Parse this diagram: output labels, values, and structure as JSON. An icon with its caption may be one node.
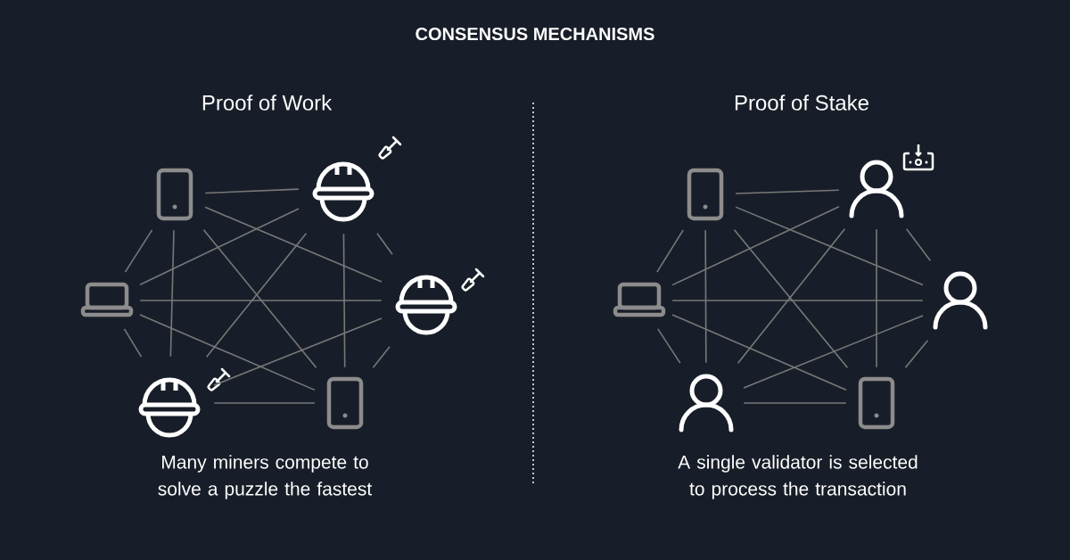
{
  "diagram": {
    "title": "CONSENSUS MECHANISMS",
    "nodes": [
      {
        "text": [],
        "shape": "phone"
      },
      {
        "text": [],
        "shape": "helmet"
      },
      {
        "text": [],
        "shape": "laptop"
      },
      {
        "text": [],
        "shape": "helmet"
      },
      {
        "text": [],
        "shape": "helmet"
      },
      {
        "text": [],
        "shape": "phone"
      },
      {
        "text": [],
        "shape": "phone"
      },
      {
        "text": [],
        "shape": "person"
      },
      {
        "text": [],
        "shape": "laptop"
      },
      {
        "text": [],
        "shape": "person"
      },
      {
        "text": [],
        "shape": "person"
      },
      {
        "text": [],
        "shape": "phone"
      }
    ],
    "edges": [
      {
        "from": 0,
        "to": 1,
        "arrow": "none"
      },
      {
        "from": 2,
        "to": 0,
        "arrow": "none"
      },
      {
        "from": 1,
        "to": 3,
        "arrow": "none"
      },
      {
        "from": 2,
        "to": 4,
        "arrow": "none"
      },
      {
        "from": 3,
        "to": 5,
        "arrow": "none"
      },
      {
        "from": 4,
        "to": 5,
        "arrow": "none"
      },
      {
        "from": 0,
        "to": 4,
        "arrow": "none"
      },
      {
        "from": 0,
        "to": 5,
        "arrow": "none"
      },
      {
        "from": 0,
        "to": 3,
        "arrow": "none"
      },
      {
        "from": 2,
        "to": 1,
        "arrow": "none"
      },
      {
        "from": 2,
        "to": 3,
        "arrow": "none"
      },
      {
        "from": 2,
        "to": 5,
        "arrow": "none"
      },
      {
        "from": 4,
        "to": 1,
        "arrow": "none"
      },
      {
        "from": 4,
        "to": 3,
        "arrow": "none"
      },
      {
        "from": 1,
        "to": 5,
        "arrow": "none"
      },
      {
        "from": 6,
        "to": 7,
        "arrow": "none"
      },
      {
        "from": 8,
        "to": 6,
        "arrow": "none"
      },
      {
        "from": 7,
        "to": 9,
        "arrow": "none"
      },
      {
        "from": 8,
        "to": 10,
        "arrow": "none"
      },
      {
        "from": 9,
        "to": 11,
        "arrow": "none"
      },
      {
        "from": 10,
        "to": 11,
        "arrow": "none"
      },
      {
        "from": 6,
        "to": 10,
        "arrow": "none"
      },
      {
        "from": 6,
        "to": 11,
        "arrow": "none"
      },
      {
        "from": 6,
        "to": 9,
        "arrow": "none"
      },
      {
        "from": 8,
        "to": 7,
        "arrow": "none"
      },
      {
        "from": 8,
        "to": 9,
        "arrow": "none"
      },
      {
        "from": 8,
        "to": 11,
        "arrow": "none"
      },
      {
        "from": 10,
        "to": 7,
        "arrow": "none"
      },
      {
        "from": 10,
        "to": 9,
        "arrow": "none"
      },
      {
        "from": 7,
        "to": 11,
        "arrow": "none"
      }
    ],
    "labels": [
      "Proof of Work",
      "Proof of Stake",
      "Many miners compete to solve a puzzle the fastest",
      "A single validator is selected to process the transaction"
    ]
  }
}
